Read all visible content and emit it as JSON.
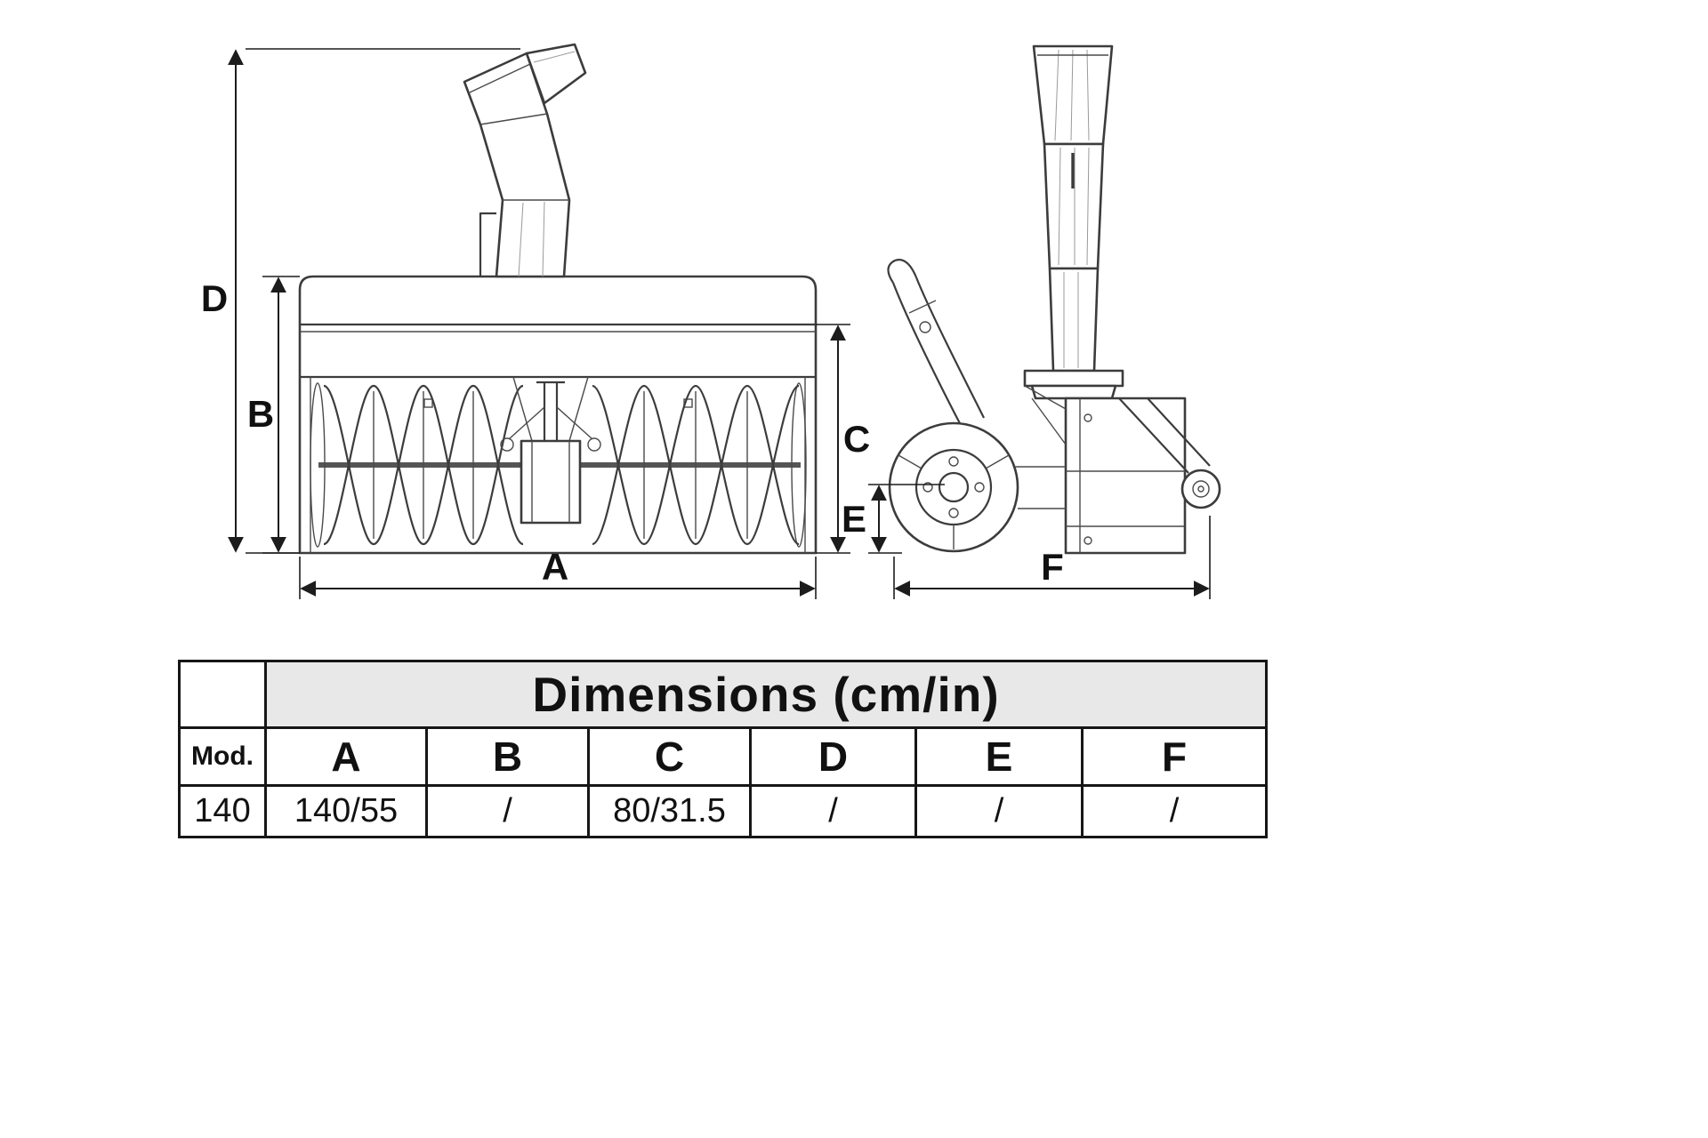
{
  "diagram": {
    "labels": {
      "a": "A",
      "b": "B",
      "c": "C",
      "d": "D",
      "e": "E",
      "f": "F"
    }
  },
  "table": {
    "title": "Dimensions (cm/in)",
    "columns": [
      "Mod.",
      "A",
      "B",
      "C",
      "D",
      "E",
      "F"
    ],
    "rows": [
      [
        "140",
        "140/55",
        "/",
        "80/31.5",
        "/",
        "/",
        "/"
      ]
    ]
  },
  "colors": {
    "table_header_bg": "#e8e8e8",
    "line_art": "#3c3c3c"
  }
}
